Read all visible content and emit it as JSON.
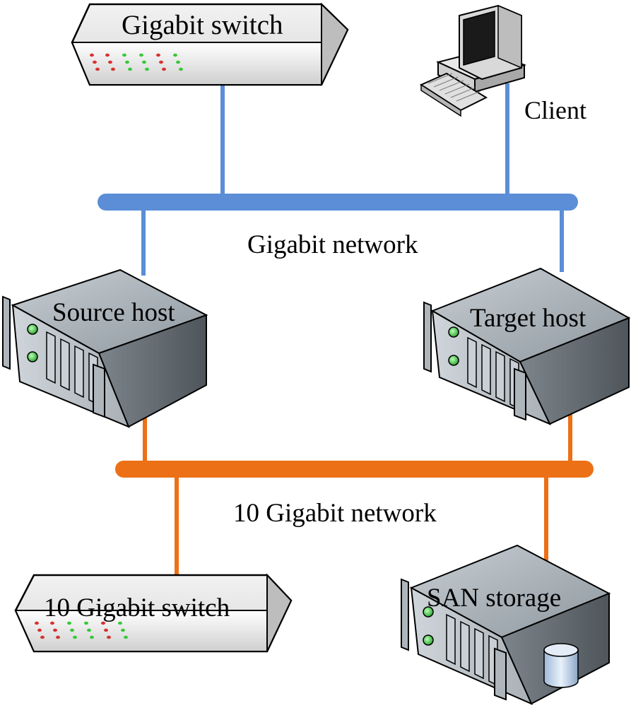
{
  "labels": {
    "gigabit_switch": "Gigabit switch",
    "client": "Client",
    "gigabit_network": "Gigabit network",
    "source_host": "Source host",
    "target_host": "Target host",
    "ten_gigabit_network": "10 Gigabit network",
    "ten_gigabit_switch": "10 Gigabit switch",
    "san_storage": "SAN storage"
  },
  "colors": {
    "gigabit_link": "#5b8ed6",
    "ten_gigabit_link": "#ec7016",
    "server_body": "#8a9299",
    "switch_body": "#e4e4e4",
    "led_green": "#37c837",
    "led_red": "#d83030"
  },
  "icons": {
    "switch": "network-switch-icon",
    "client": "desktop-computer-icon",
    "server": "rack-server-icon",
    "storage": "storage-cylinder-icon"
  }
}
